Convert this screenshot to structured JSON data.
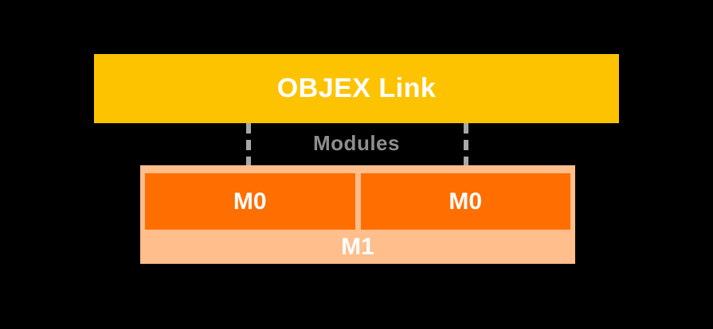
{
  "diagram": {
    "title": "OBJEX Link",
    "connector_label": "Modules",
    "modules": {
      "parent_label": "M1",
      "children": [
        {
          "label": "M0"
        },
        {
          "label": "M0"
        }
      ]
    },
    "colors": {
      "background": "#000000",
      "banner": "#FDC300",
      "child_module": "#FF6E00",
      "parent_module": "#FFBE8C",
      "connector_dash": "#A8A8A8",
      "connector_label_text": "#8E8E8E",
      "label_text": "#FFFFFF"
    }
  }
}
